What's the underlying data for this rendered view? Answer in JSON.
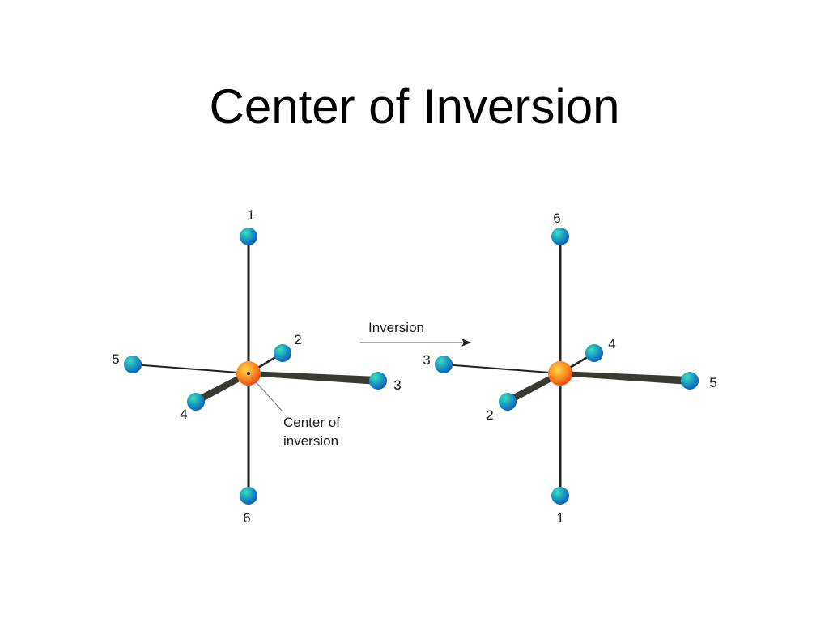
{
  "slide": {
    "title": "Center of Inversion"
  },
  "diagram": {
    "arrow_label": "Inversion",
    "center_annotation": {
      "line1": "Center of",
      "line2": "inversion"
    },
    "before": {
      "labels": {
        "top": "1",
        "upper_right": "2",
        "right": "3",
        "lower_left": "4",
        "left": "5",
        "bottom": "6"
      }
    },
    "after": {
      "labels": {
        "top": "6",
        "upper_right": "4",
        "right": "5",
        "lower_left": "2",
        "left": "3",
        "bottom": "1"
      }
    }
  },
  "colors": {
    "ligand": "#1f86c8",
    "ligand_highlight": "#2ec4a6",
    "center_atom": "#f05a1a",
    "center_highlight": "#ffd23a",
    "bond": "#222222"
  }
}
